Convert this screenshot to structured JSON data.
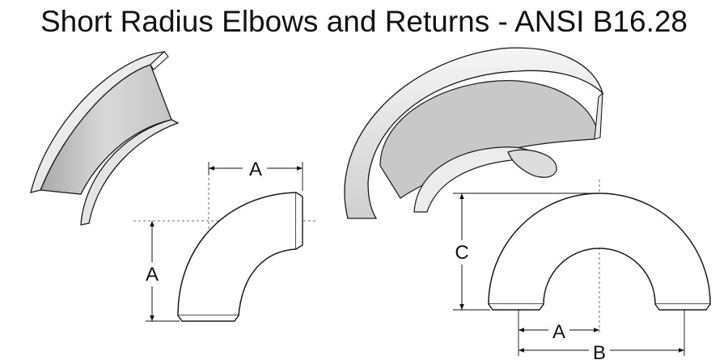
{
  "title": "Short Radius Elbows and Returns - ANSI B16.28",
  "colors": {
    "outline": "#1a1a1a",
    "shell_light": "#f2f2f2",
    "shell_mid": "#d4d4d4",
    "shell_dark": "#9c9c9c",
    "background": "#ffffff"
  },
  "elbow_drawing": {
    "dim_horizontal": "A",
    "dim_vertical": "A"
  },
  "return_drawing": {
    "dim_height": "C",
    "dim_center": "A",
    "dim_overall": "B"
  }
}
